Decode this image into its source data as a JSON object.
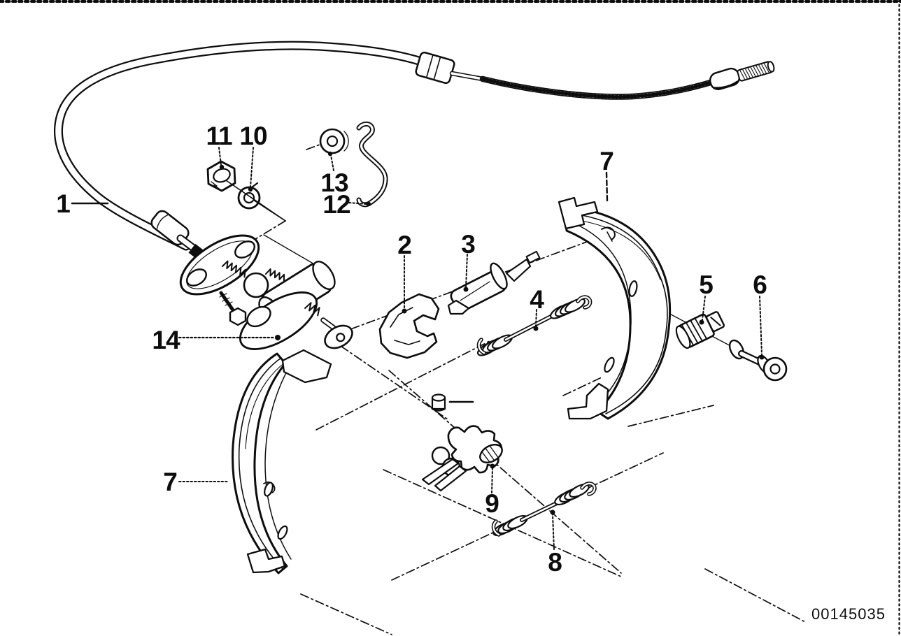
{
  "diagram": {
    "code": "00145035",
    "callouts": [
      "1",
      "2",
      "3",
      "4",
      "5",
      "6",
      "7",
      "7",
      "8",
      "9",
      "10",
      "11",
      "12",
      "13",
      "14"
    ]
  },
  "colors": {
    "ink": "#0d0d0d",
    "paper": "#ffffff"
  }
}
